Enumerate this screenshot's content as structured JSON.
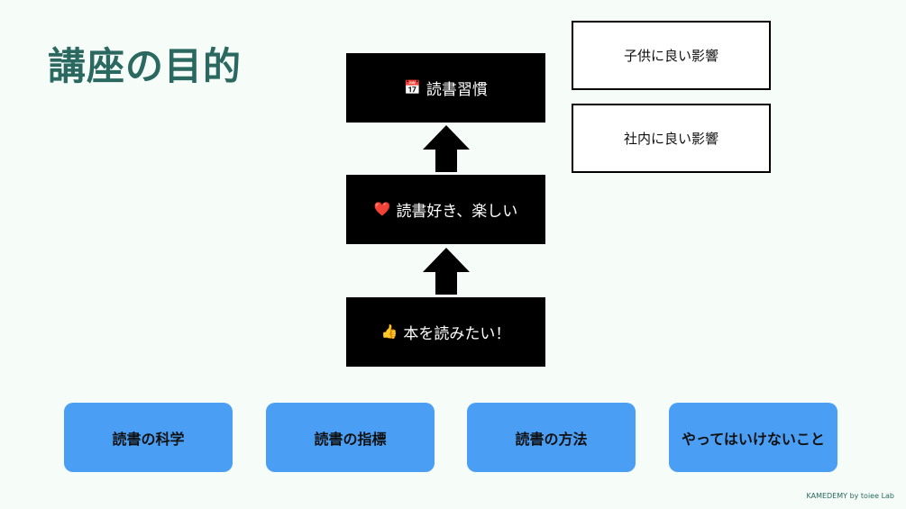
{
  "title": "講座の目的",
  "stack": {
    "top": {
      "icon": "calendar-icon",
      "emoji": "📅",
      "label": "読書習慣"
    },
    "middle": {
      "icon": "heart-icon",
      "emoji": "❤️",
      "label": "読書好き、楽しい"
    },
    "bottom": {
      "icon": "thumbs-up-icon",
      "emoji": "👍",
      "label": "本を読みたい！"
    }
  },
  "effects": [
    {
      "label": "子供に良い影響"
    },
    {
      "label": "社内に良い影響"
    }
  ],
  "topics": [
    {
      "label": "読書の科学"
    },
    {
      "label": "読書の指標"
    },
    {
      "label": "読書の方法"
    },
    {
      "label": "やってはいけないこと"
    }
  ],
  "footer": "KAMEDEMY by toiee Lab",
  "colors": {
    "background": "#f6fdf9",
    "title": "#2a6860",
    "topic_button": "#4a9ff5",
    "stack_box": "#000000"
  }
}
